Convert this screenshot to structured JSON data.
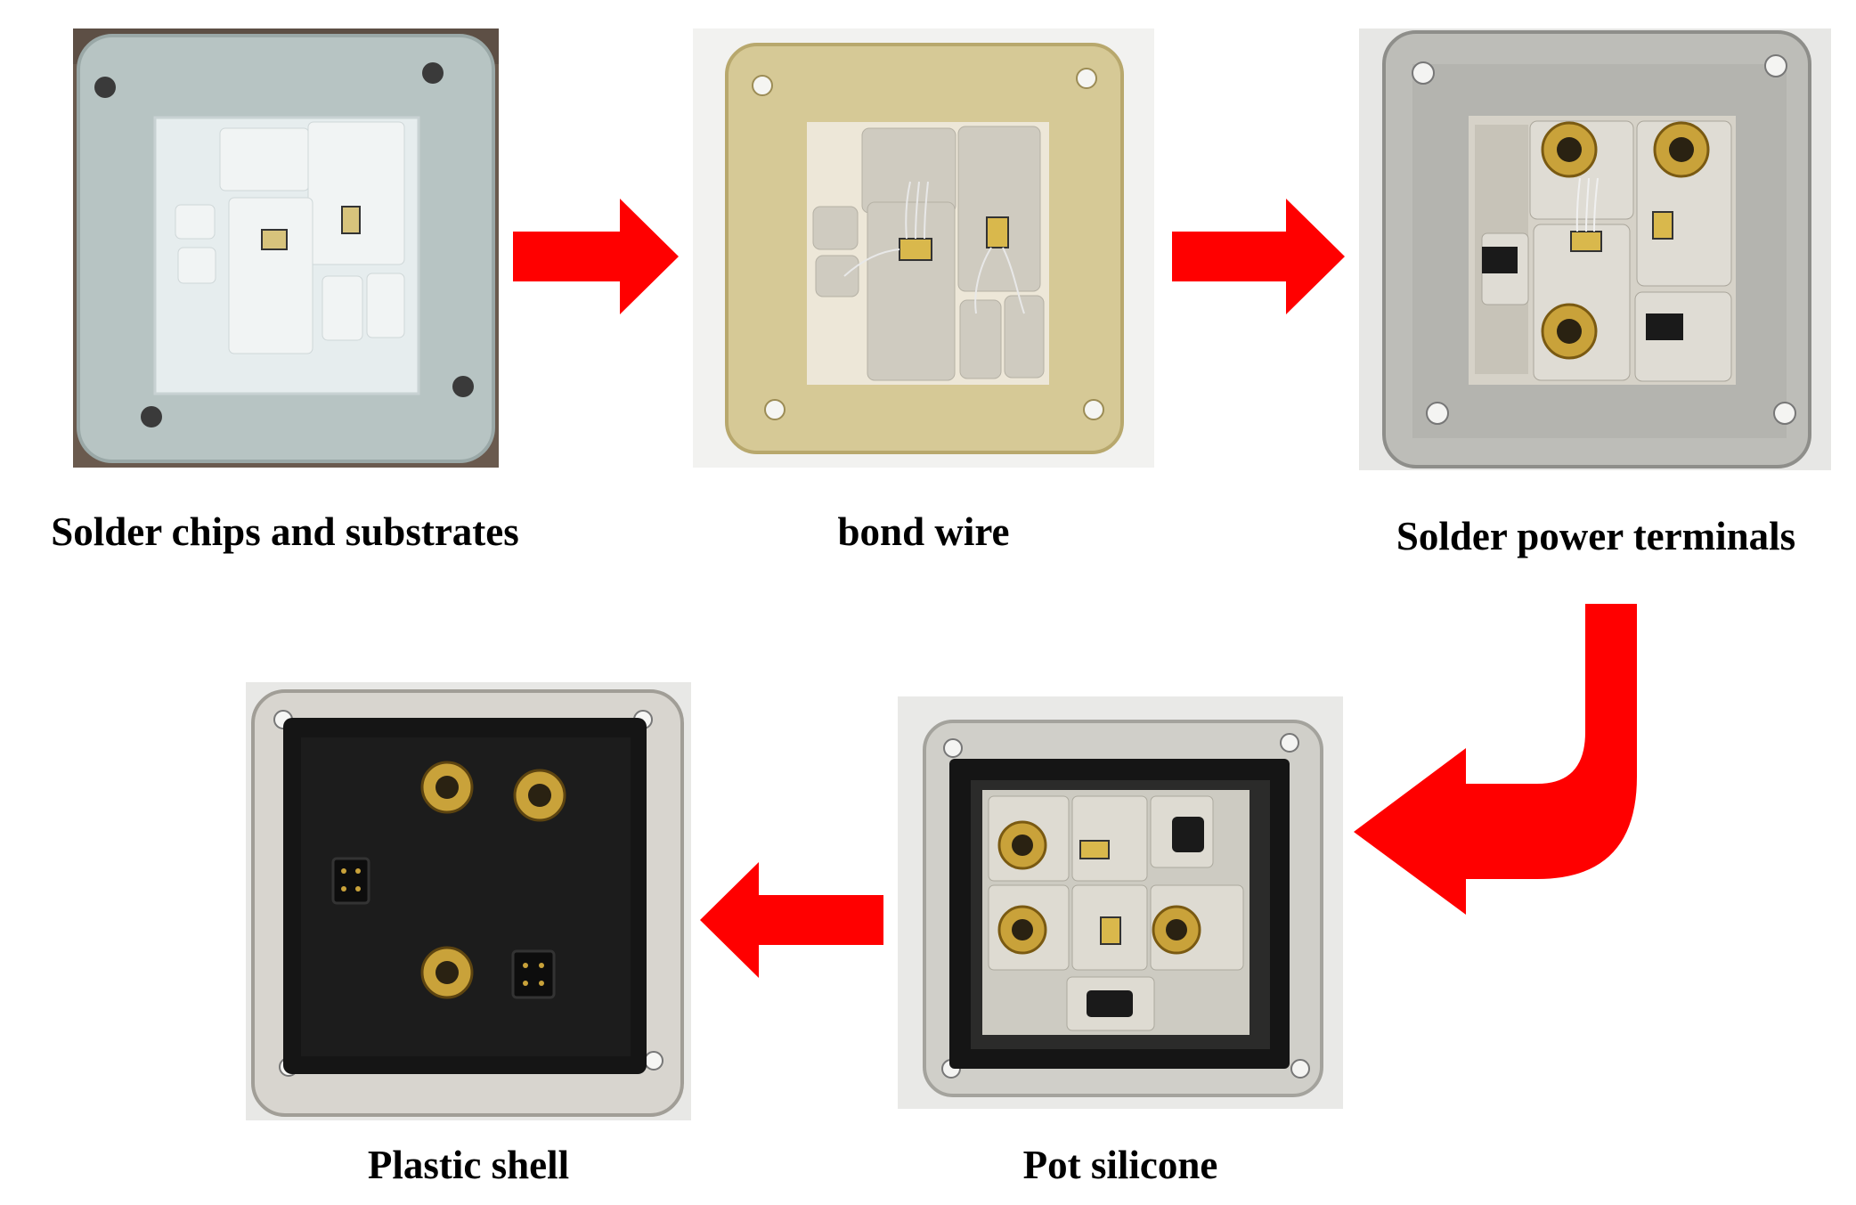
{
  "steps": [
    {
      "caption": "Solder chips and substrates"
    },
    {
      "caption": "bond wire"
    },
    {
      "caption": "Solder power terminals"
    },
    {
      "caption": "Pot silicone"
    },
    {
      "caption": "Plastic shell"
    }
  ],
  "colors": {
    "arrow": "#ff0000",
    "base_plate_silver": "#c9c9c4",
    "base_plate_gold": "#d8cc9a",
    "ceramic": "#e6e3dc",
    "copper_pad": "#cfcdc6",
    "brass_terminal": "#c9a23a",
    "plastic_black": "#151515"
  },
  "icons": [
    "right-arrow-icon",
    "curved-arrow-icon",
    "left-arrow-icon"
  ]
}
